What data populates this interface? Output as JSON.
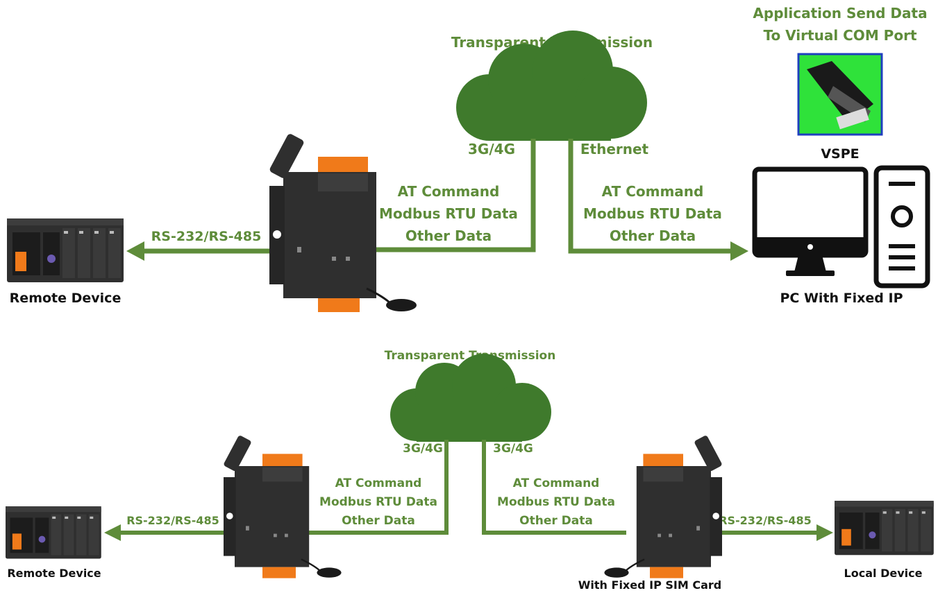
{
  "colors": {
    "green": "#5e8c3a",
    "cloud": "#3f7a2c",
    "device_body": "#2f2f2f",
    "orange": "#f07a1a",
    "vspe_bg": "#2fe23a",
    "vspe_border": "#1f3fbf",
    "black": "#111111"
  },
  "top": {
    "cloud_title": "Transparent Transmission",
    "left_link": "3G/4G",
    "right_link": "Ethernet",
    "serial_label": "RS-232/RS-485",
    "left_data": [
      "AT Command",
      "Modbus RTU Data",
      "Other Data"
    ],
    "right_data": [
      "AT Command",
      "Modbus RTU Data",
      "Other Data"
    ],
    "remote_device_label": "Remote Device",
    "app_line1": "Application Send Data",
    "app_line2": "To Virtual COM Port",
    "vspe_label": "VSPE",
    "pc_label": "PC With Fixed IP",
    "icons": [
      "cloud-icon",
      "plc-icon",
      "modem-icon",
      "antenna-icon",
      "vspe-icon",
      "monitor-icon",
      "tower-icon"
    ]
  },
  "bottom": {
    "cloud_title": "Transparent Transmission",
    "left_link": "3G/4G",
    "right_link": "3G/4G",
    "left_serial_label": "RS-232/RS-485",
    "right_serial_label": "RS-232/RS-485",
    "left_data": [
      "AT Command",
      "Modbus RTU Data",
      "Other Data"
    ],
    "right_data": [
      "AT Command",
      "Modbus RTU Data",
      "Other Data"
    ],
    "remote_device_label": "Remote Device",
    "sim_label": "With Fixed IP SIM Card",
    "local_device_label": "Local Device"
  }
}
